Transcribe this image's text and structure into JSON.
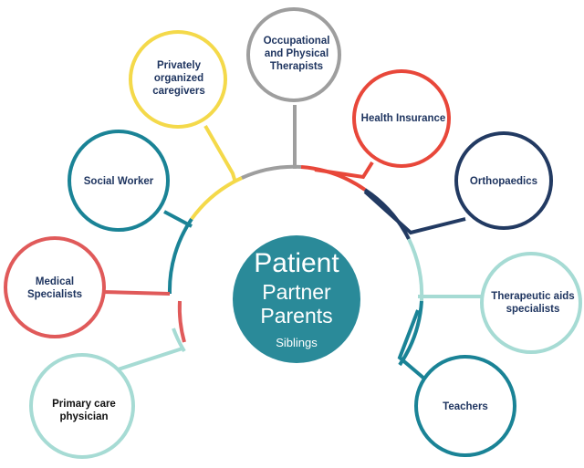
{
  "center": {
    "title": "Patient",
    "line2": "Partner",
    "line3": "Parents",
    "line4": "Siblings",
    "fill_color": "#2a8a99"
  },
  "nodes": {
    "occupational": {
      "line1": "Occupational",
      "line2": "and Physical",
      "line3": "Therapists",
      "color": "#9e9e9e"
    },
    "privately": {
      "line1": "Privately",
      "line2": "organized",
      "line3": "caregivers",
      "color": "#f4d94a"
    },
    "health_insurance": {
      "line1": "Health Insurance",
      "color": "#e8473a"
    },
    "social_worker": {
      "line1": "Social Worker",
      "color": "#1a8396"
    },
    "orthopaedics": {
      "line1": "Orthopaedics",
      "color": "#223a62"
    },
    "medical_specialists": {
      "line1": "Medical",
      "line2": "Specialists",
      "color": "#e05a5a"
    },
    "therapeutic_aids": {
      "line1": "Therapeutic aids",
      "line2": "specialists",
      "color": "#a6dbd4"
    },
    "primary_care": {
      "line1": "Primary care",
      "line2": "physician",
      "color": "#a6dbd4"
    },
    "teachers": {
      "line1": "Teachers",
      "color": "#1a8396"
    }
  }
}
